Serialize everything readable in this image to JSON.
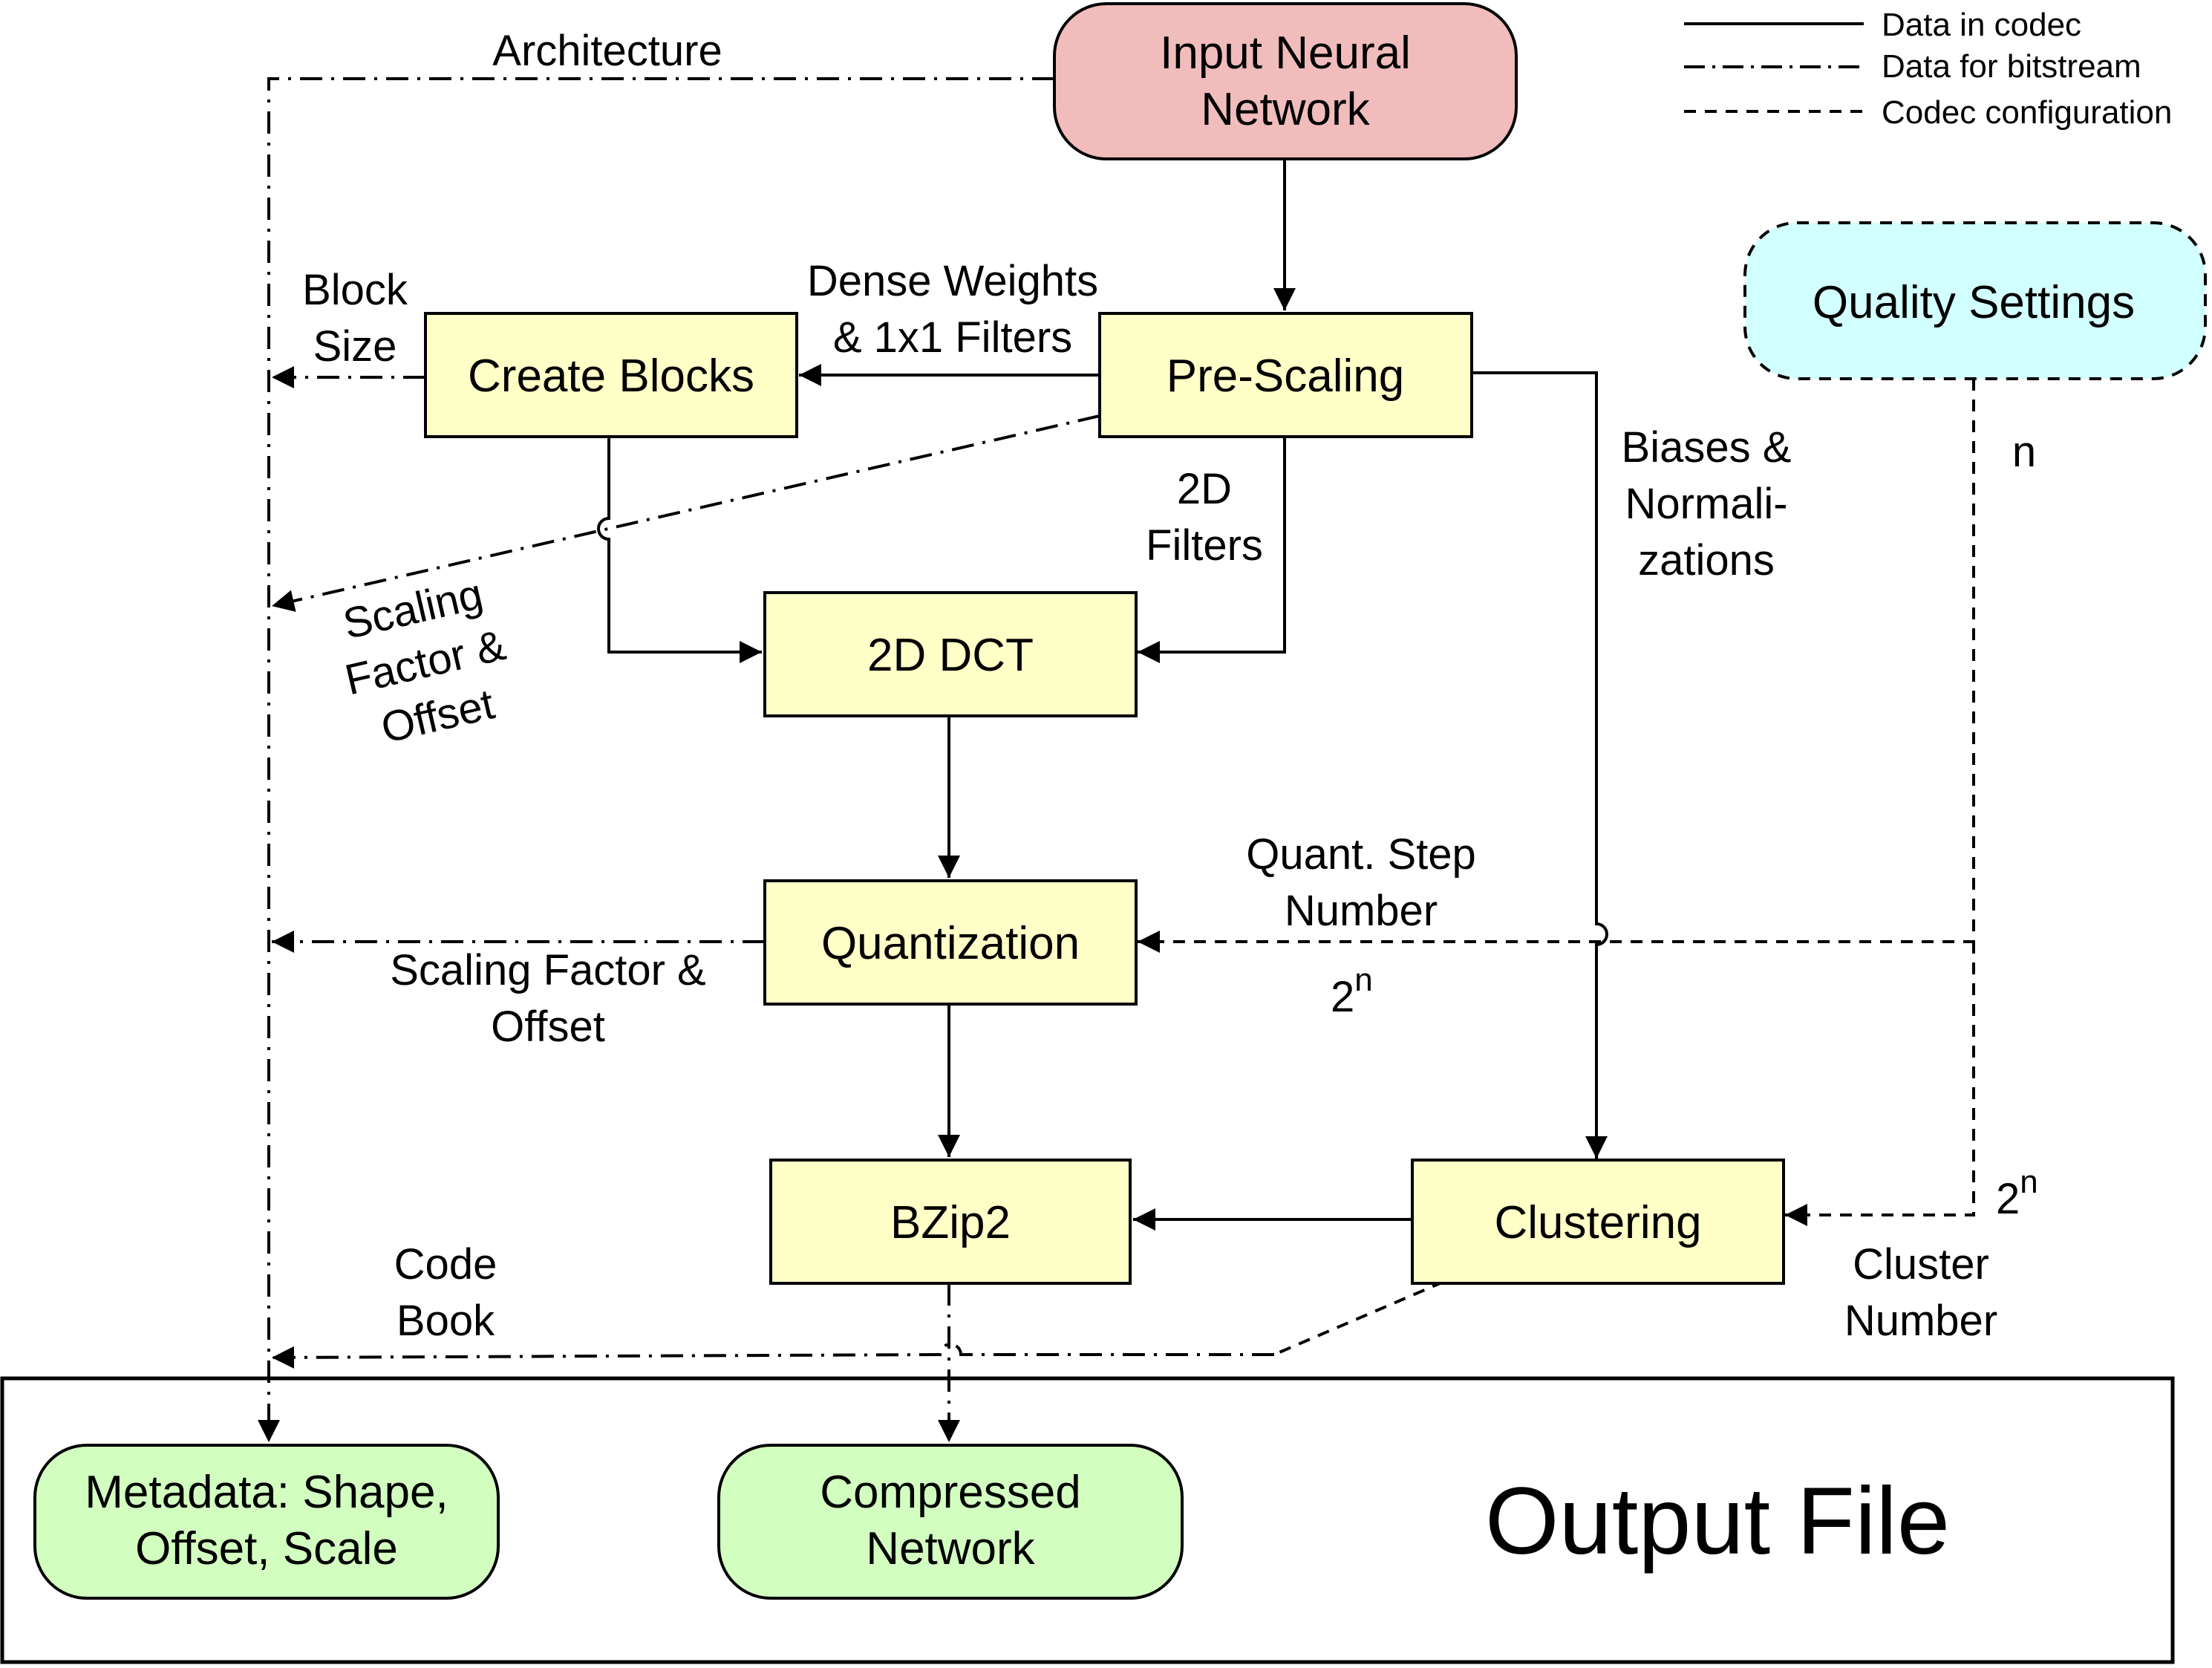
{
  "colors": {
    "input_fill": "#f0bcbc",
    "process_fill": "#ffffc8",
    "quality_fill": "#d2ffff",
    "output_fill": "#d2ffc0",
    "stroke": "#000000"
  },
  "legend": [
    {
      "label": "Data in codec",
      "style": "solid"
    },
    {
      "label": "Data for bitstream",
      "style": "dash-dot"
    },
    {
      "label": "Codec configuration",
      "style": "dashed"
    }
  ],
  "nodes": {
    "input_network": {
      "line1": "Input Neural",
      "line2": "Network"
    },
    "quality_settings": {
      "label": "Quality Settings"
    },
    "pre_scaling": {
      "label": "Pre-Scaling"
    },
    "create_blocks": {
      "label": "Create Blocks"
    },
    "dct": {
      "label": "2D DCT"
    },
    "quantization": {
      "label": "Quantization"
    },
    "bzip2": {
      "label": "BZip2"
    },
    "clustering": {
      "label": "Clustering"
    },
    "metadata": {
      "line1": "Metadata: Shape,",
      "line2": "Offset, Scale"
    },
    "compressed": {
      "line1": "Compressed",
      "line2": "Network"
    }
  },
  "output_file": {
    "title": "Output File"
  },
  "edge_labels": {
    "architecture": "Architecture",
    "block_size": [
      "Block",
      "Size"
    ],
    "dense_weights": [
      "Dense Weights",
      "& 1x1 Filters"
    ],
    "filters_2d": [
      "2D",
      "Filters"
    ],
    "biases": [
      "Biases &",
      "Normali-",
      "zations"
    ],
    "scaling_rotated": [
      "Scaling",
      "Factor &",
      "Offset"
    ],
    "quant_step": [
      "Quant. Step",
      "Number"
    ],
    "pow_quant": {
      "base": "2",
      "exp": "n"
    },
    "scaling_quant": [
      "Scaling Factor &",
      "Offset"
    ],
    "n_label": "n",
    "pow_cluster": {
      "base": "2",
      "exp": "n"
    },
    "cluster_number": [
      "Cluster",
      "Number"
    ],
    "code_book": [
      "Code",
      "Book"
    ]
  }
}
